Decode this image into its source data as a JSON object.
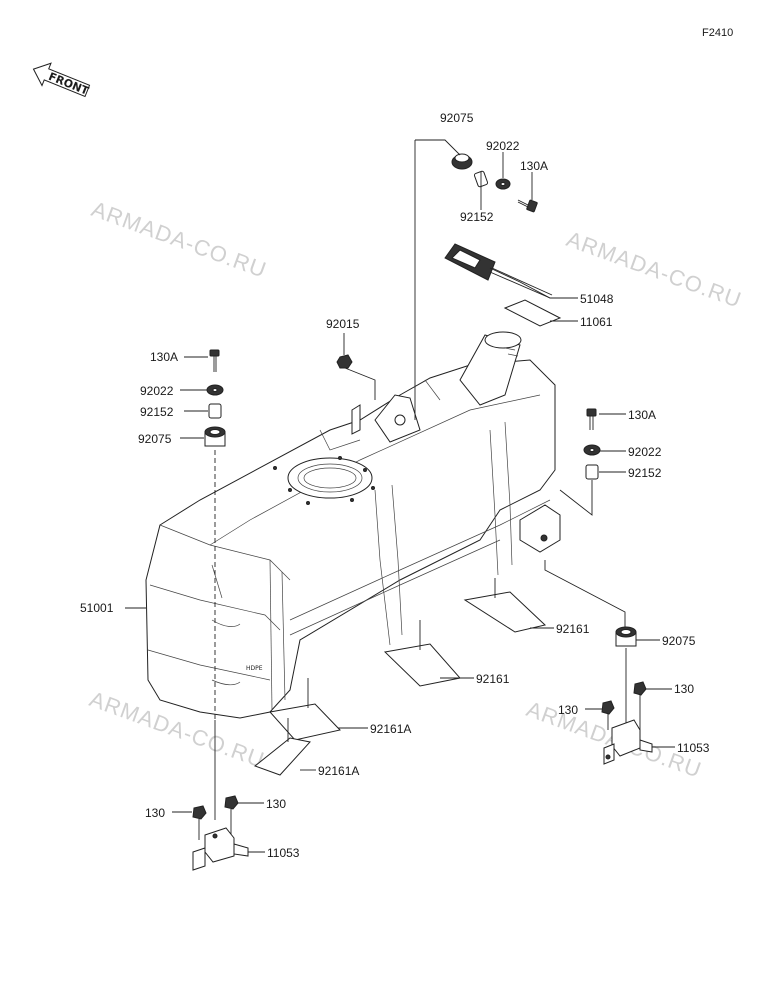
{
  "diagram_code": "F2410",
  "front_marker": {
    "label": "FRONT",
    "icon": "front-arrow-icon"
  },
  "watermark": "ARMADA-CO.RU",
  "callouts": {
    "c92075_top": "92075",
    "c92022_top": "92022",
    "c130A_top": "130A",
    "c92152_top": "92152",
    "c51048": "51048",
    "c11061": "11061",
    "c92015": "92015",
    "c130A_left": "130A",
    "c92022_left": "92022",
    "c92152_left": "92152",
    "c92075_left": "92075",
    "c130A_right": "130A",
    "c92022_right": "92022",
    "c92152_right": "92152",
    "c51001": "51001",
    "c92161_a": "92161",
    "c92075_right": "92075",
    "c92161_b": "92161",
    "c130_r1": "130",
    "c130_r2": "130",
    "c11053_right": "11053",
    "c92161A_a": "92161A",
    "c92161A_b": "92161A",
    "c130_l1": "130",
    "c130_l2": "130",
    "c11053_left": "11053"
  }
}
